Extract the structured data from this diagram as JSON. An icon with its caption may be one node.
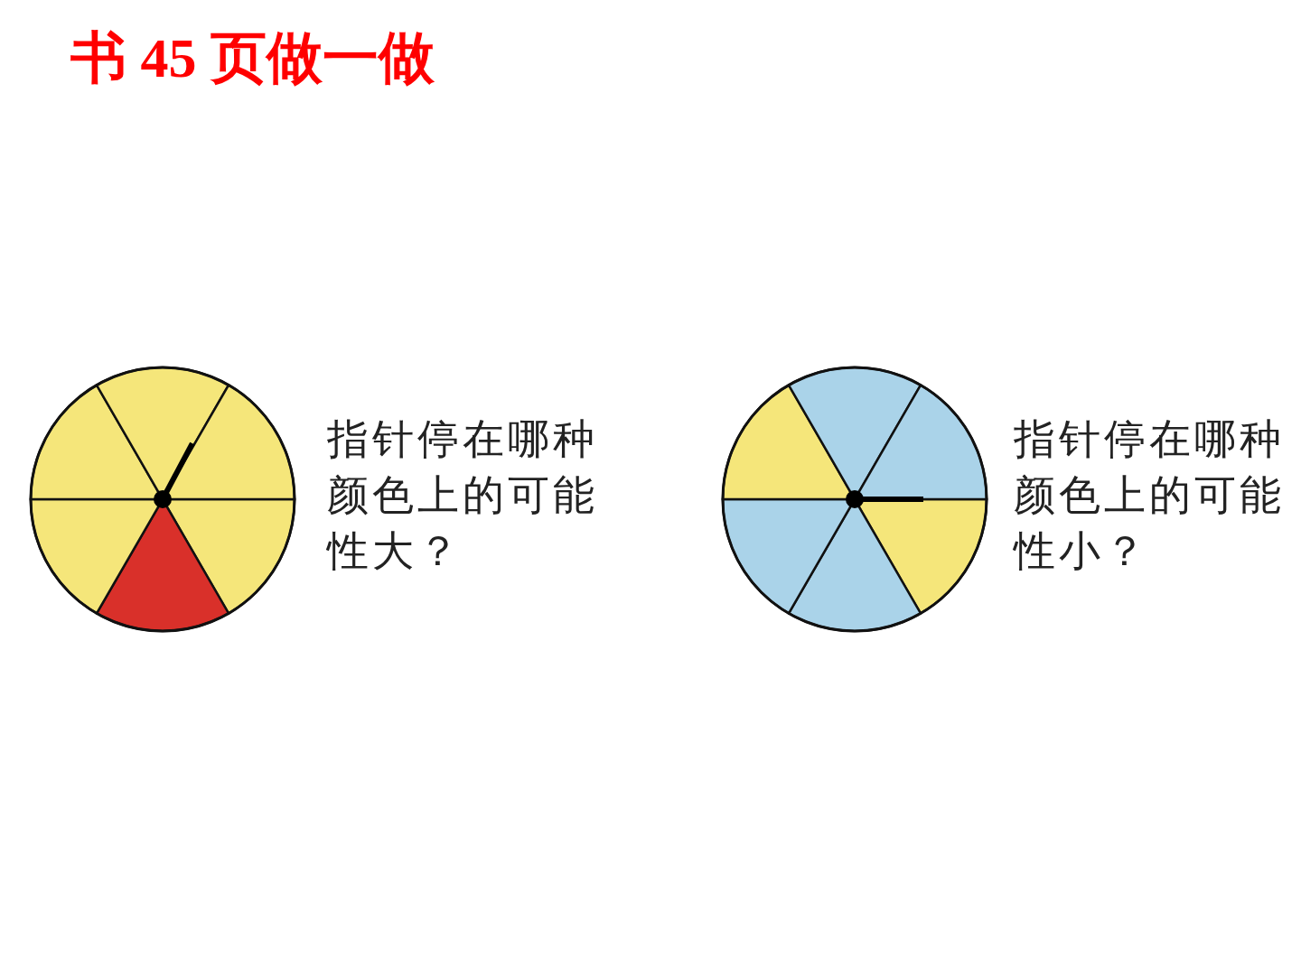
{
  "diagram": {
    "title": "书 45 页做一做",
    "nodes": [
      {
        "text": [],
        "shape": "picture",
        "beside": [
          "指针停在哪种颜色上的可能性大？"
        ]
      },
      {
        "text": [],
        "shape": "picture",
        "beside": [
          "指针停在哪种颜色上的可能性小？"
        ]
      }
    ]
  }
}
